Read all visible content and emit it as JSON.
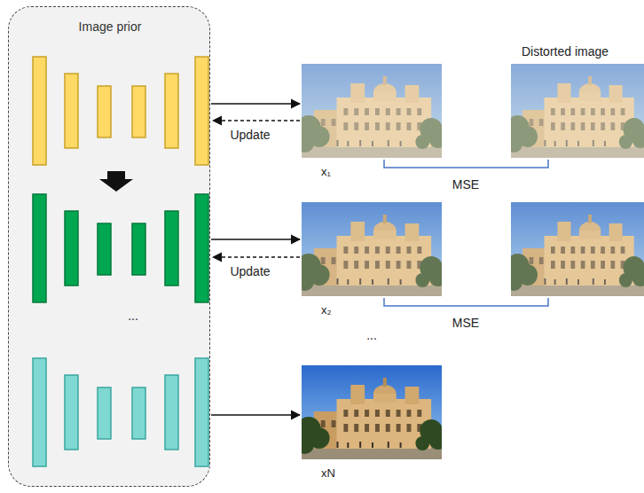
{
  "diagram": {
    "nodes": [
      {
        "text": [
          "Image prior"
        ]
      },
      {
        "text": [
          "Distorted image"
        ]
      },
      {
        "text": [
          "x₁"
        ]
      },
      {
        "text": [
          "x₂"
        ]
      },
      {
        "text": [
          "xN"
        ]
      }
    ],
    "labels": [
      "Update",
      "MSE",
      "Update",
      "MSE",
      "...",
      "..."
    ]
  }
}
